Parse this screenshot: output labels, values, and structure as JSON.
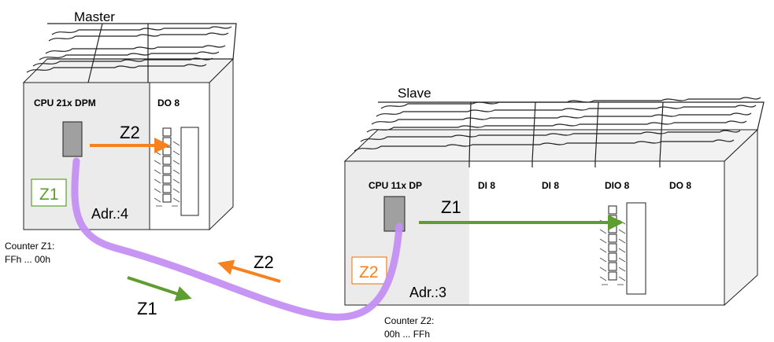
{
  "master": {
    "title": "Master",
    "cpu_label": "CPU 21x DPM",
    "do_label": "DO 8",
    "address": "Adr.:4",
    "z1_box": "Z1",
    "z2_arrow_label": "Z2",
    "counter_label": "Counter Z1:",
    "counter_range": "FFh ... 00h"
  },
  "slave": {
    "title": "Slave",
    "cpu_label": "CPU 11x DP",
    "modules": [
      "DI 8",
      "DI 8",
      "DIO 8",
      "DO 8"
    ],
    "address": "Adr.:3",
    "z2_box": "Z2",
    "z1_arrow_label": "Z1",
    "counter_label": "Counter Z2:",
    "counter_range": "00h ... FFh"
  },
  "bus_arrows": {
    "z2_label": "Z2",
    "z1_label": "Z1"
  },
  "colors": {
    "orange": "#f7811f",
    "green": "#5e9e30",
    "purple": "#c48ff2",
    "panel_gray": "#ebebeb",
    "outline": "#222222"
  }
}
